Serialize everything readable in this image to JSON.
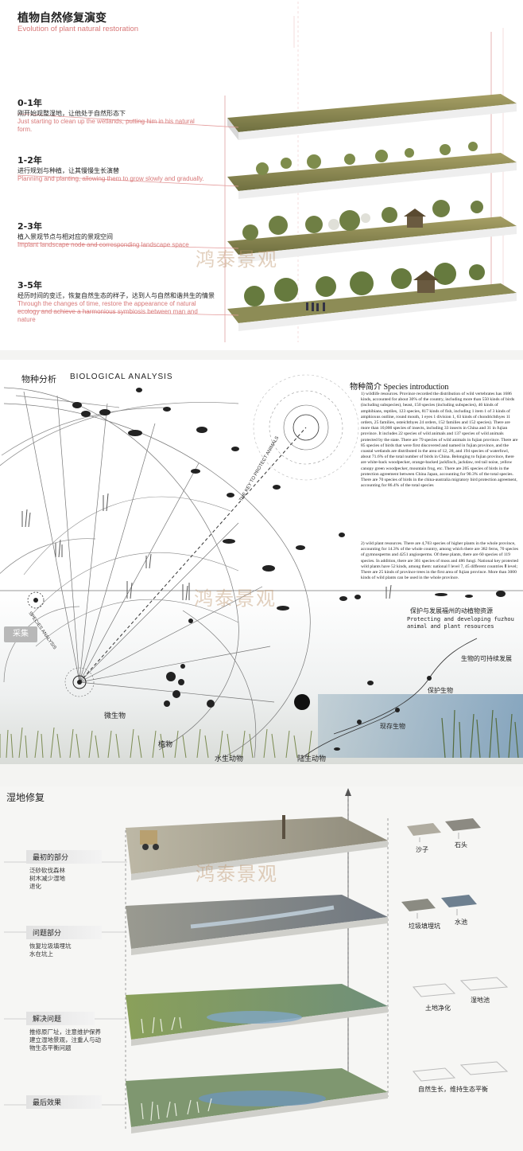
{
  "panel1": {
    "title_cn": "植物自然修复演变",
    "title_en": "Evolution of plant natural restoration",
    "watermark": "鸿泰景观",
    "stages": [
      {
        "year": "0-1年",
        "cn": "刚开始观整湿地，让他处于自然形态下",
        "en": "Just starting to clean up the wetlands, putting him in his natural form."
      },
      {
        "year": "1-2年",
        "cn": "进行规划与种植，让其慢慢生长演替",
        "en": "Planning and planting, allowing them to grow slowly and gradually."
      },
      {
        "year": "2-3年",
        "cn": "植入景观节点与相对应的景观空间",
        "en": "Implant landscape node and corresponding landscape space"
      },
      {
        "year": "3-5年",
        "cn": "经历时间的变迁，恢复自然生态的样子，达到人与自然和谐共生的情景",
        "en": "Through the changes of time, restore the appearance of natural ecology and achieve a harmonious symbiosis between man and nature"
      }
    ]
  },
  "panel2": {
    "title_cn": "物种分析",
    "title_en": "BIOLOGICAL ANALYSIS",
    "intro_title": "物种简介 Species introduction",
    "intro_para1": "1) wildlife resources. Province recorded the distribution of wild vertebrates has 1686 kinds, accounted for about 30% of the country, including more than 550 kinds of birds (including subspecies), beast, 150 species (including subspecies), 46 kinds of amphibians, reptiles, 123 species, 817 kinds of fish, including 1 item 1 of 3 kinds of amphioxus outline, round mouth, 1 eyes 1 division 1, 63 kinds of chondrichthyes 11 orders, 25 families, osteichthyes 24 orders, 152 families and 152 species). There are more than 10,000 species of insects, including 33 insects in China and 31 in fujian province. It includes 22 species of wild animals and 137 species of wild animals protected by the state. There are 79 species of wild animals in fujian province. There are 85 species of birds that were first discovered and named in fujian province, and the coastal wetlands are distributed in the area of 12, 28, and 194 species of waterfowl, about 71.6% of the total number of birds in China. Belonging to fujian province, there are white-back woodpecker, orange-backed jackfinch, jackdaw, red tail noise, yellow canopy green woodpecker, mountain frog, etc. There are 205 species of birds in the protection agreement between China Japan, accounting for 90.3% of the total species. There are 70 species of birds in the china-australia migratory bird protection agreement, accounting for 86.4% of the total species",
    "intro_para2": "2) wild plant resources. There are 4,703 species of higher plants in the whole province, accounting for 14.3% of the whole country, among which there are 382 ferns, 70 species of gymnosperms and 4251 angiosperms. Of these plants, there are 60 species of 119 species. In addition, there are 361 species of moss and 486 fungi. National key protected wild plants have 52 kinds, among them: national Ⅰ level 7, 45 different countries Ⅱ level; There are 25 kinds of province trees in the first area of fujian province. More than 3000 kinds of wild plants can be used in the whole province.",
    "protect_cn": "保护与发展福州的动植物资源",
    "protect_en": "Protecting and developing fuzhou animal and plant resources",
    "arrow_text": "THE KEY TO PROTECT ANIMALS",
    "species_analysis": "SPECIES ANALYSIS",
    "sustain": "生物的可持续发展",
    "protect_bio": "保护生物",
    "existing": "现存生物",
    "categories": [
      "微生物",
      "植物",
      "水生动物",
      "陆生动物"
    ],
    "badge": "采集",
    "watermark": "鸿泰景观"
  },
  "panel3": {
    "title_cn": "湿地修复",
    "watermark": "鸿泰景观",
    "sections": [
      {
        "head": "最初的部分",
        "lines": [
          "泛砂砍伐森林",
          "树木减少湿地",
          "退化"
        ]
      },
      {
        "head": "问题部分",
        "lines": [
          "恢复垃圾填埋坑",
          "水在坑上"
        ]
      },
      {
        "head": "解决问题",
        "lines": [
          "推修原厂址，注意维护保养",
          "建立湿地景观，注重人与动",
          "物生态平衡问题"
        ]
      },
      {
        "head": "最后效果",
        "lines": []
      }
    ],
    "tags": [
      "沙子",
      "石头",
      "垃圾填埋坑",
      "水池",
      "土地净化",
      "湿地池",
      "自然生长，维持生态平衡"
    ]
  },
  "colors": {
    "accent_pink": "#d87878",
    "water_blue": "#7fa6c4",
    "grass_green": "#8aa05a"
  }
}
